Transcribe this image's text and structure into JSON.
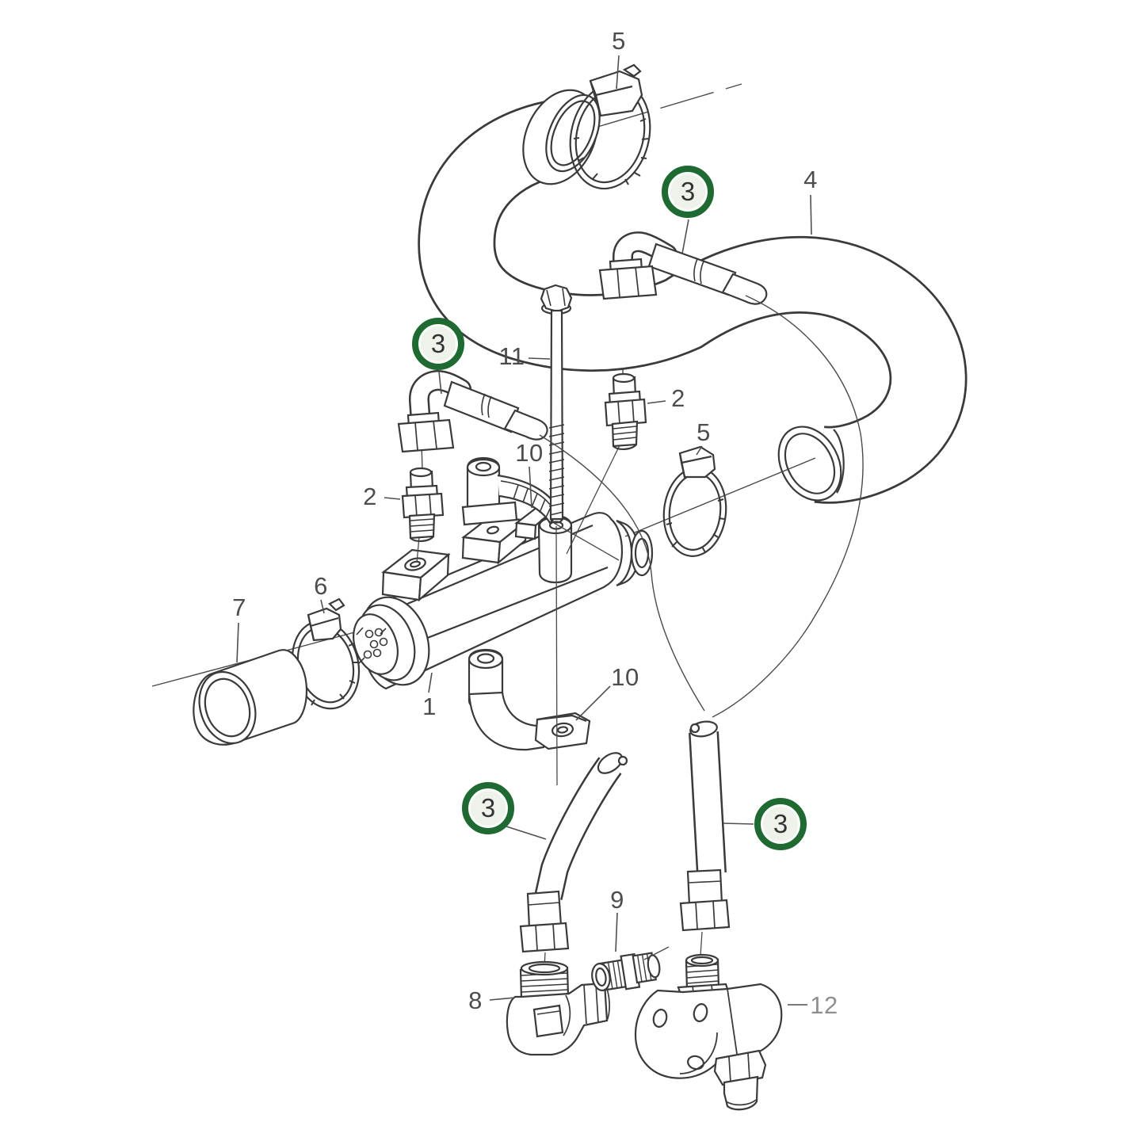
{
  "diagram": {
    "kind": "exploded-parts-diagram",
    "background": "#ffffff"
  },
  "colors": {
    "line": "#3a3a3a",
    "thin_line": "#4a4a4a",
    "callout_text": "#4d4d4d",
    "callout_text_muted": "#8f8f8f",
    "marker_ring": "#1e6a32",
    "marker_fill": "#edf3ea",
    "marker_text": "#333333"
  },
  "callouts": [
    {
      "id": "clamp-top",
      "label": "5"
    },
    {
      "id": "hose-loop",
      "label": "4"
    },
    {
      "id": "nipple-upper",
      "label": "2"
    },
    {
      "id": "bolt",
      "label": "11"
    },
    {
      "id": "bracket-upper",
      "label": "10"
    },
    {
      "id": "clamp-mid",
      "label": "5"
    },
    {
      "id": "nipple-left",
      "label": "2"
    },
    {
      "id": "clamp-left",
      "label": "6"
    },
    {
      "id": "sleeve",
      "label": "7"
    },
    {
      "id": "cooler-body",
      "label": "1"
    },
    {
      "id": "bracket-lower",
      "label": "10"
    },
    {
      "id": "nipple-bottom",
      "label": "9"
    },
    {
      "id": "elbow-fitting",
      "label": "8"
    },
    {
      "id": "valve",
      "label": "12"
    }
  ],
  "markers": [
    {
      "id": "hose-3-upper-right",
      "label": "3"
    },
    {
      "id": "hose-3-upper-left",
      "label": "3"
    },
    {
      "id": "hose-3-lower-left",
      "label": "3"
    },
    {
      "id": "hose-3-lower-right",
      "label": "3"
    }
  ]
}
